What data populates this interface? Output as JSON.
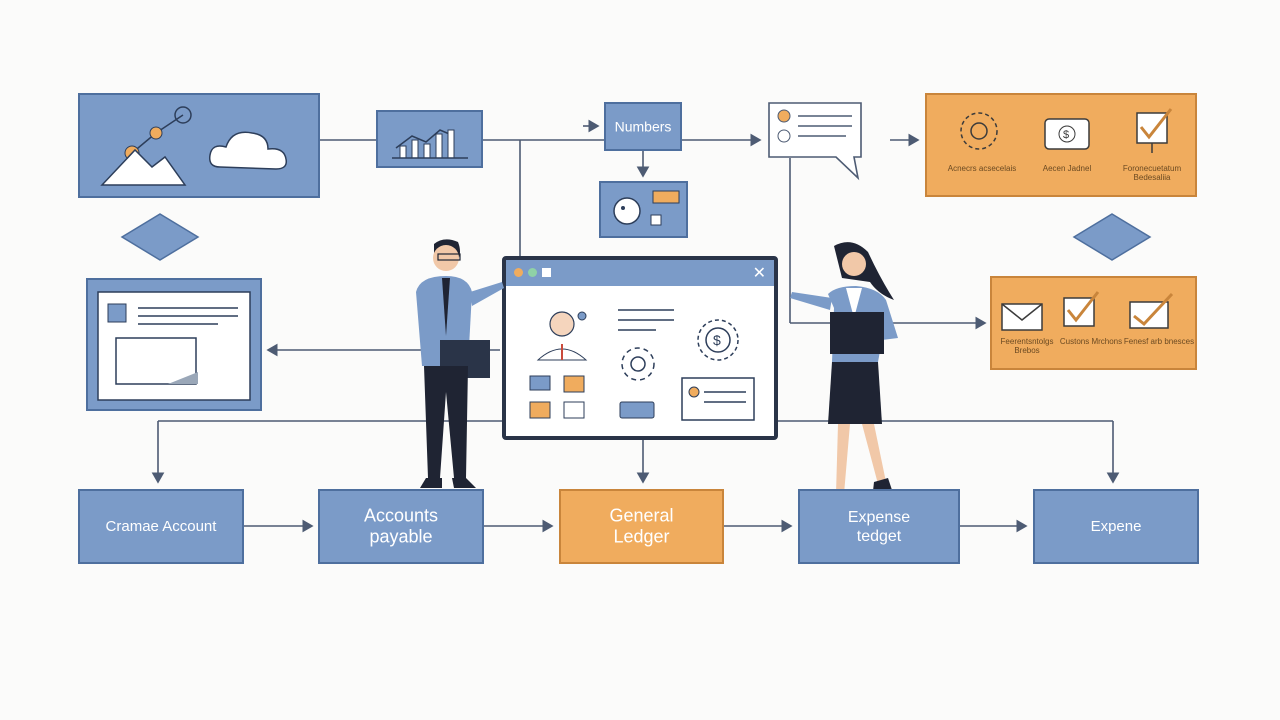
{
  "diagram": {
    "numbers_label": "Numbers",
    "bottom_boxes": {
      "b1": "Cramae Account",
      "b2_line1": "Accounts",
      "b2_line2": "payable",
      "b3_line1": "General",
      "b3_line2": "Ledger",
      "b4_line1": "Expense",
      "b4_line2": "tedget",
      "b5": "Expene"
    },
    "orange_top": {
      "l1": "Acnecrs acsecelais",
      "l2": "Aecen Jadnel",
      "l3_line1": "Foronecuetatum",
      "l3_line2": "Bedesaliia"
    },
    "orange_mid": {
      "l1_line1": "Feerentsntolgs",
      "l1_line2": "Brebos",
      "l2": "Custons Mrchons",
      "l3": "Fenesf arb bnesces"
    },
    "window_close": "✕",
    "colors": {
      "blue": "#7b9bc8",
      "blue_border": "#4e6f9e",
      "orange": "#f0ac5e",
      "line": "#4d5b73"
    }
  }
}
